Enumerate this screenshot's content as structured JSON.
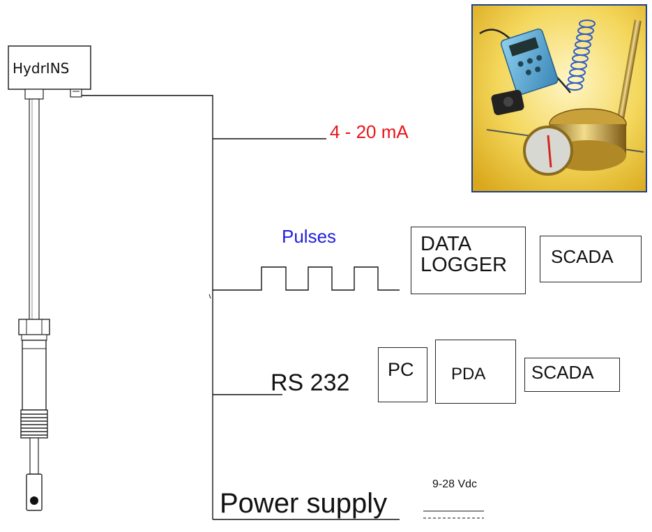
{
  "sensor": {
    "label": "HydrINS"
  },
  "outputs": {
    "analog": {
      "label": "4 - 20 mA",
      "color": "#e8141a"
    },
    "pulses": {
      "label": "Pulses",
      "color": "#1f1fdc"
    },
    "serial": {
      "label": "RS 232"
    },
    "power": {
      "label": "Power supply",
      "voltage": "9-28 Vdc"
    }
  },
  "boxes": {
    "data_logger": "DATA\nLOGGER",
    "scada_pulses": "SCADA",
    "pc": "PC",
    "pda": "PDA",
    "scada_serial": "SCADA"
  }
}
